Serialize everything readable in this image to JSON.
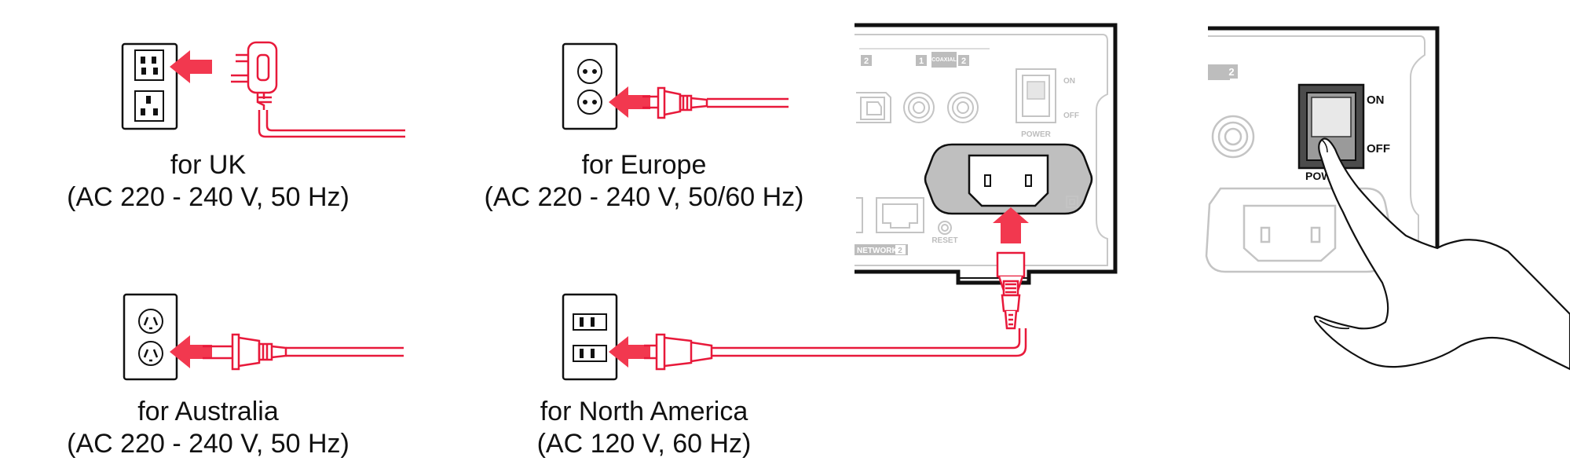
{
  "colors": {
    "accent": "#f2384f",
    "cable": "#e8193a",
    "outline": "#111111",
    "device_grey": "#bdbdbd"
  },
  "regions": [
    {
      "id": "uk",
      "title": "for UK",
      "spec": "(AC 220 - 240 V, 50 Hz)"
    },
    {
      "id": "europe",
      "title": "for Europe",
      "spec": "(AC 220 - 240 V, 50/60 Hz)"
    },
    {
      "id": "australia",
      "title": "for Australia",
      "spec": "(AC 220 - 240 V, 50 Hz)"
    },
    {
      "id": "north_america",
      "title": "for North America",
      "spec": "(AC 120 V, 60 Hz)"
    }
  ],
  "rear_panel": {
    "coaxial_label": "COAXIAL",
    "input_1": "1",
    "input_2": "2",
    "on_label": "ON",
    "off_label": "OFF",
    "power_label": "POWER",
    "reset_label": "RESET",
    "network_label": "NETWORK",
    "network_num": "2"
  },
  "closeup": {
    "on_label": "ON",
    "off_label": "OFF",
    "power_label_partial": "POW",
    "input_2": "2"
  }
}
